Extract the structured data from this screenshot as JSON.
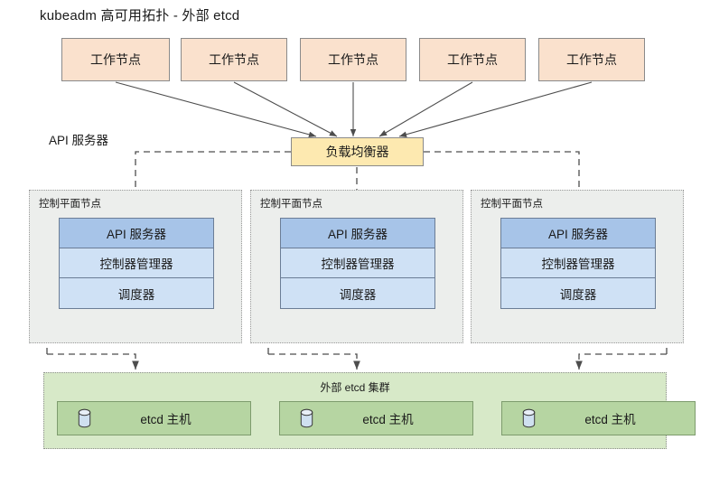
{
  "title": "kubeadm 高可用拓扑 - 外部 etcd",
  "labels": {
    "api_server_floating": "API 服务器"
  },
  "workers": [
    {
      "label": "工作节点"
    },
    {
      "label": "工作节点"
    },
    {
      "label": "工作节点"
    },
    {
      "label": "工作节点"
    },
    {
      "label": "工作节点"
    }
  ],
  "load_balancer": {
    "label": "负载均衡器"
  },
  "control_planes": [
    {
      "group_label": "控制平面节点",
      "components": [
        {
          "label": "API 服务器"
        },
        {
          "label": "控制器管理器"
        },
        {
          "label": "调度器"
        }
      ]
    },
    {
      "group_label": "控制平面节点",
      "components": [
        {
          "label": "API 服务器"
        },
        {
          "label": "控制器管理器"
        },
        {
          "label": "调度器"
        }
      ]
    },
    {
      "group_label": "控制平面节点",
      "components": [
        {
          "label": "API 服务器"
        },
        {
          "label": "控制器管理器"
        },
        {
          "label": "调度器"
        }
      ]
    }
  ],
  "etcd_cluster": {
    "label": "外部 etcd 集群",
    "hosts": [
      {
        "label": "etcd 主机",
        "icon": "database-cylinder-icon"
      },
      {
        "label": "etcd 主机",
        "icon": "database-cylinder-icon"
      },
      {
        "label": "etcd 主机",
        "icon": "database-cylinder-icon"
      }
    ]
  },
  "colors": {
    "worker_fill": "#fae1cd",
    "load_balancer_fill": "#fde9b0",
    "api_server_fill": "#a7c4e8",
    "component_fill": "#cfe1f5",
    "control_plane_group_fill": "#eceeec",
    "etcd_cluster_fill": "#d7e9c8",
    "etcd_host_fill": "#b6d5a2",
    "line": "#4d4d4d"
  }
}
